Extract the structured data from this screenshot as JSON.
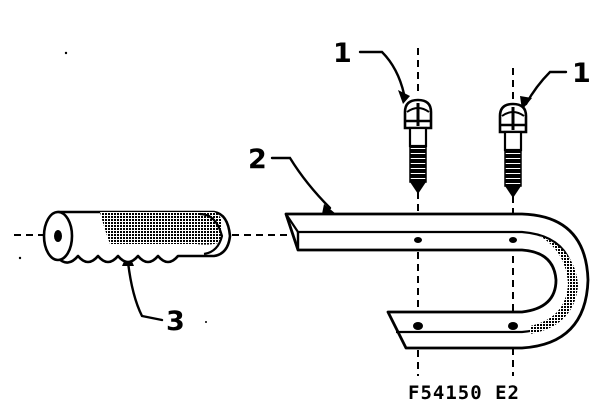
{
  "callouts": {
    "screw_left": "1",
    "screw_right": "1",
    "bracket": "2",
    "grip": "3"
  },
  "part_number": "F54150 E2",
  "colors": {
    "ink": "#000000",
    "paper": "#ffffff"
  },
  "icons": {
    "screw": "screw-icon",
    "bracket": "bracket-icon",
    "grip": "grip-icon"
  }
}
